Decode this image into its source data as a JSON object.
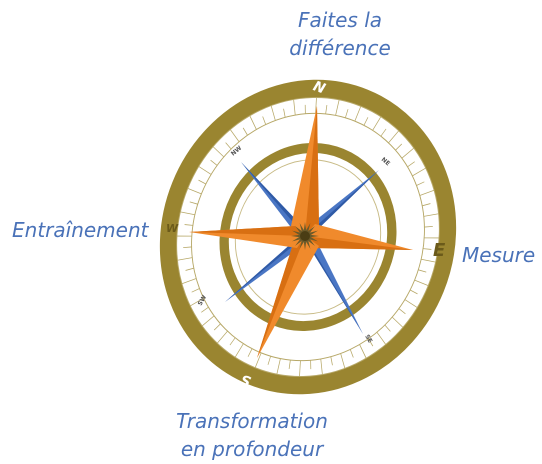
{
  "labels": {
    "top_line1": "Faites la",
    "top_line2": "différence",
    "right": "Mesure",
    "left": "Entraînement",
    "bottom_line1": "Transformation",
    "bottom_line2": "en profondeur"
  },
  "cardinals": {
    "north": "N",
    "east": "E",
    "south": "S",
    "west": "W"
  },
  "intercardinals": {
    "ne": "NE",
    "nw": "NW",
    "se": "SE",
    "sw": "SW"
  },
  "colors": {
    "ring": "#9a8530",
    "ring_dark": "#7d6b22",
    "orange_point": "#f08a2c",
    "blue_point": "#4a76c4",
    "label_text": "#4a72b8",
    "center": "#6b5a2a"
  }
}
